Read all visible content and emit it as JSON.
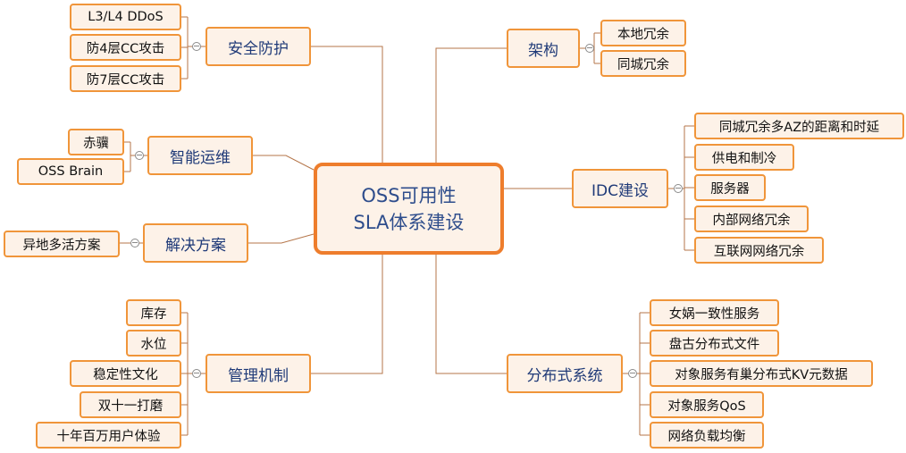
{
  "root": {
    "line1": "OSS可用性",
    "line2": "SLA体系建设"
  },
  "branches": {
    "security": {
      "label": "安全防护",
      "children": [
        "L3/L4 DDoS",
        "防4层CC攻击",
        "防7层CC攻击"
      ]
    },
    "ops": {
      "label": "智能运维",
      "children": [
        "赤骥",
        "OSS Brain"
      ]
    },
    "solution": {
      "label": "解决方案",
      "children": [
        "异地多活方案"
      ]
    },
    "management": {
      "label": "管理机制",
      "children": [
        "库存",
        "水位",
        "稳定性文化",
        "双十一打磨",
        "十年百万用户体验"
      ]
    },
    "architecture": {
      "label": "架构",
      "children": [
        "本地冗余",
        "同城冗余"
      ]
    },
    "idc": {
      "label": "IDC建设",
      "children": [
        "同城冗余多AZ的距离和时延",
        "供电和制冷",
        "服务器",
        "内部网络冗余",
        "互联网网络冗余"
      ]
    },
    "distributed": {
      "label": "分布式系统",
      "children": [
        "女娲一致性服务",
        "盘古分布式文件",
        "对象服务有巢分布式KV元数据",
        "对象服务QoS",
        "网络负载均衡"
      ]
    }
  },
  "colors": {
    "accent": "#ee7d2c",
    "border": "#f0953a",
    "fill": "#fdf2e8",
    "line": "#b5764a",
    "branch_text": "#1f3a78"
  }
}
